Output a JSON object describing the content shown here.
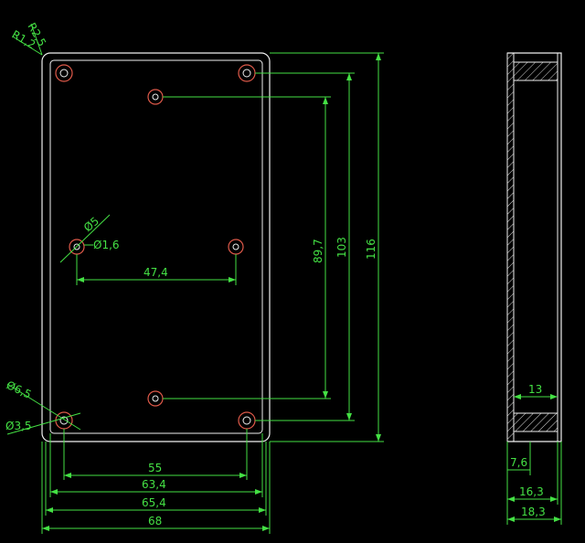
{
  "drawing": {
    "colors": {
      "background": "#000000",
      "outline": "#f0f0f0",
      "dimension": "#44e044",
      "hole": "#e05a4a"
    },
    "labels": {
      "corner_outer_radius": "R2,5",
      "corner_inner_radius": "R1,2",
      "boss_outer_dia": "Ø5",
      "boss_hole_dia": "Ø1,6",
      "corner_boss_outer_dia": "Ø6,5",
      "corner_boss_hole_dia": "Ø3,5",
      "pcb_hole_spacing_x": "47,4",
      "pcb_hole_spacing_y": "89,7",
      "corner_hole_spacing_y": "103",
      "overall_height": "116",
      "corner_hole_spacing_x": "55",
      "inner_width": "63,4",
      "wall_width": "65,4",
      "overall_width": "68",
      "side_inner_depth": "13",
      "side_rim_depth": "7,6",
      "side_body_depth": "16,3",
      "side_overall_depth": "18,3"
    }
  }
}
